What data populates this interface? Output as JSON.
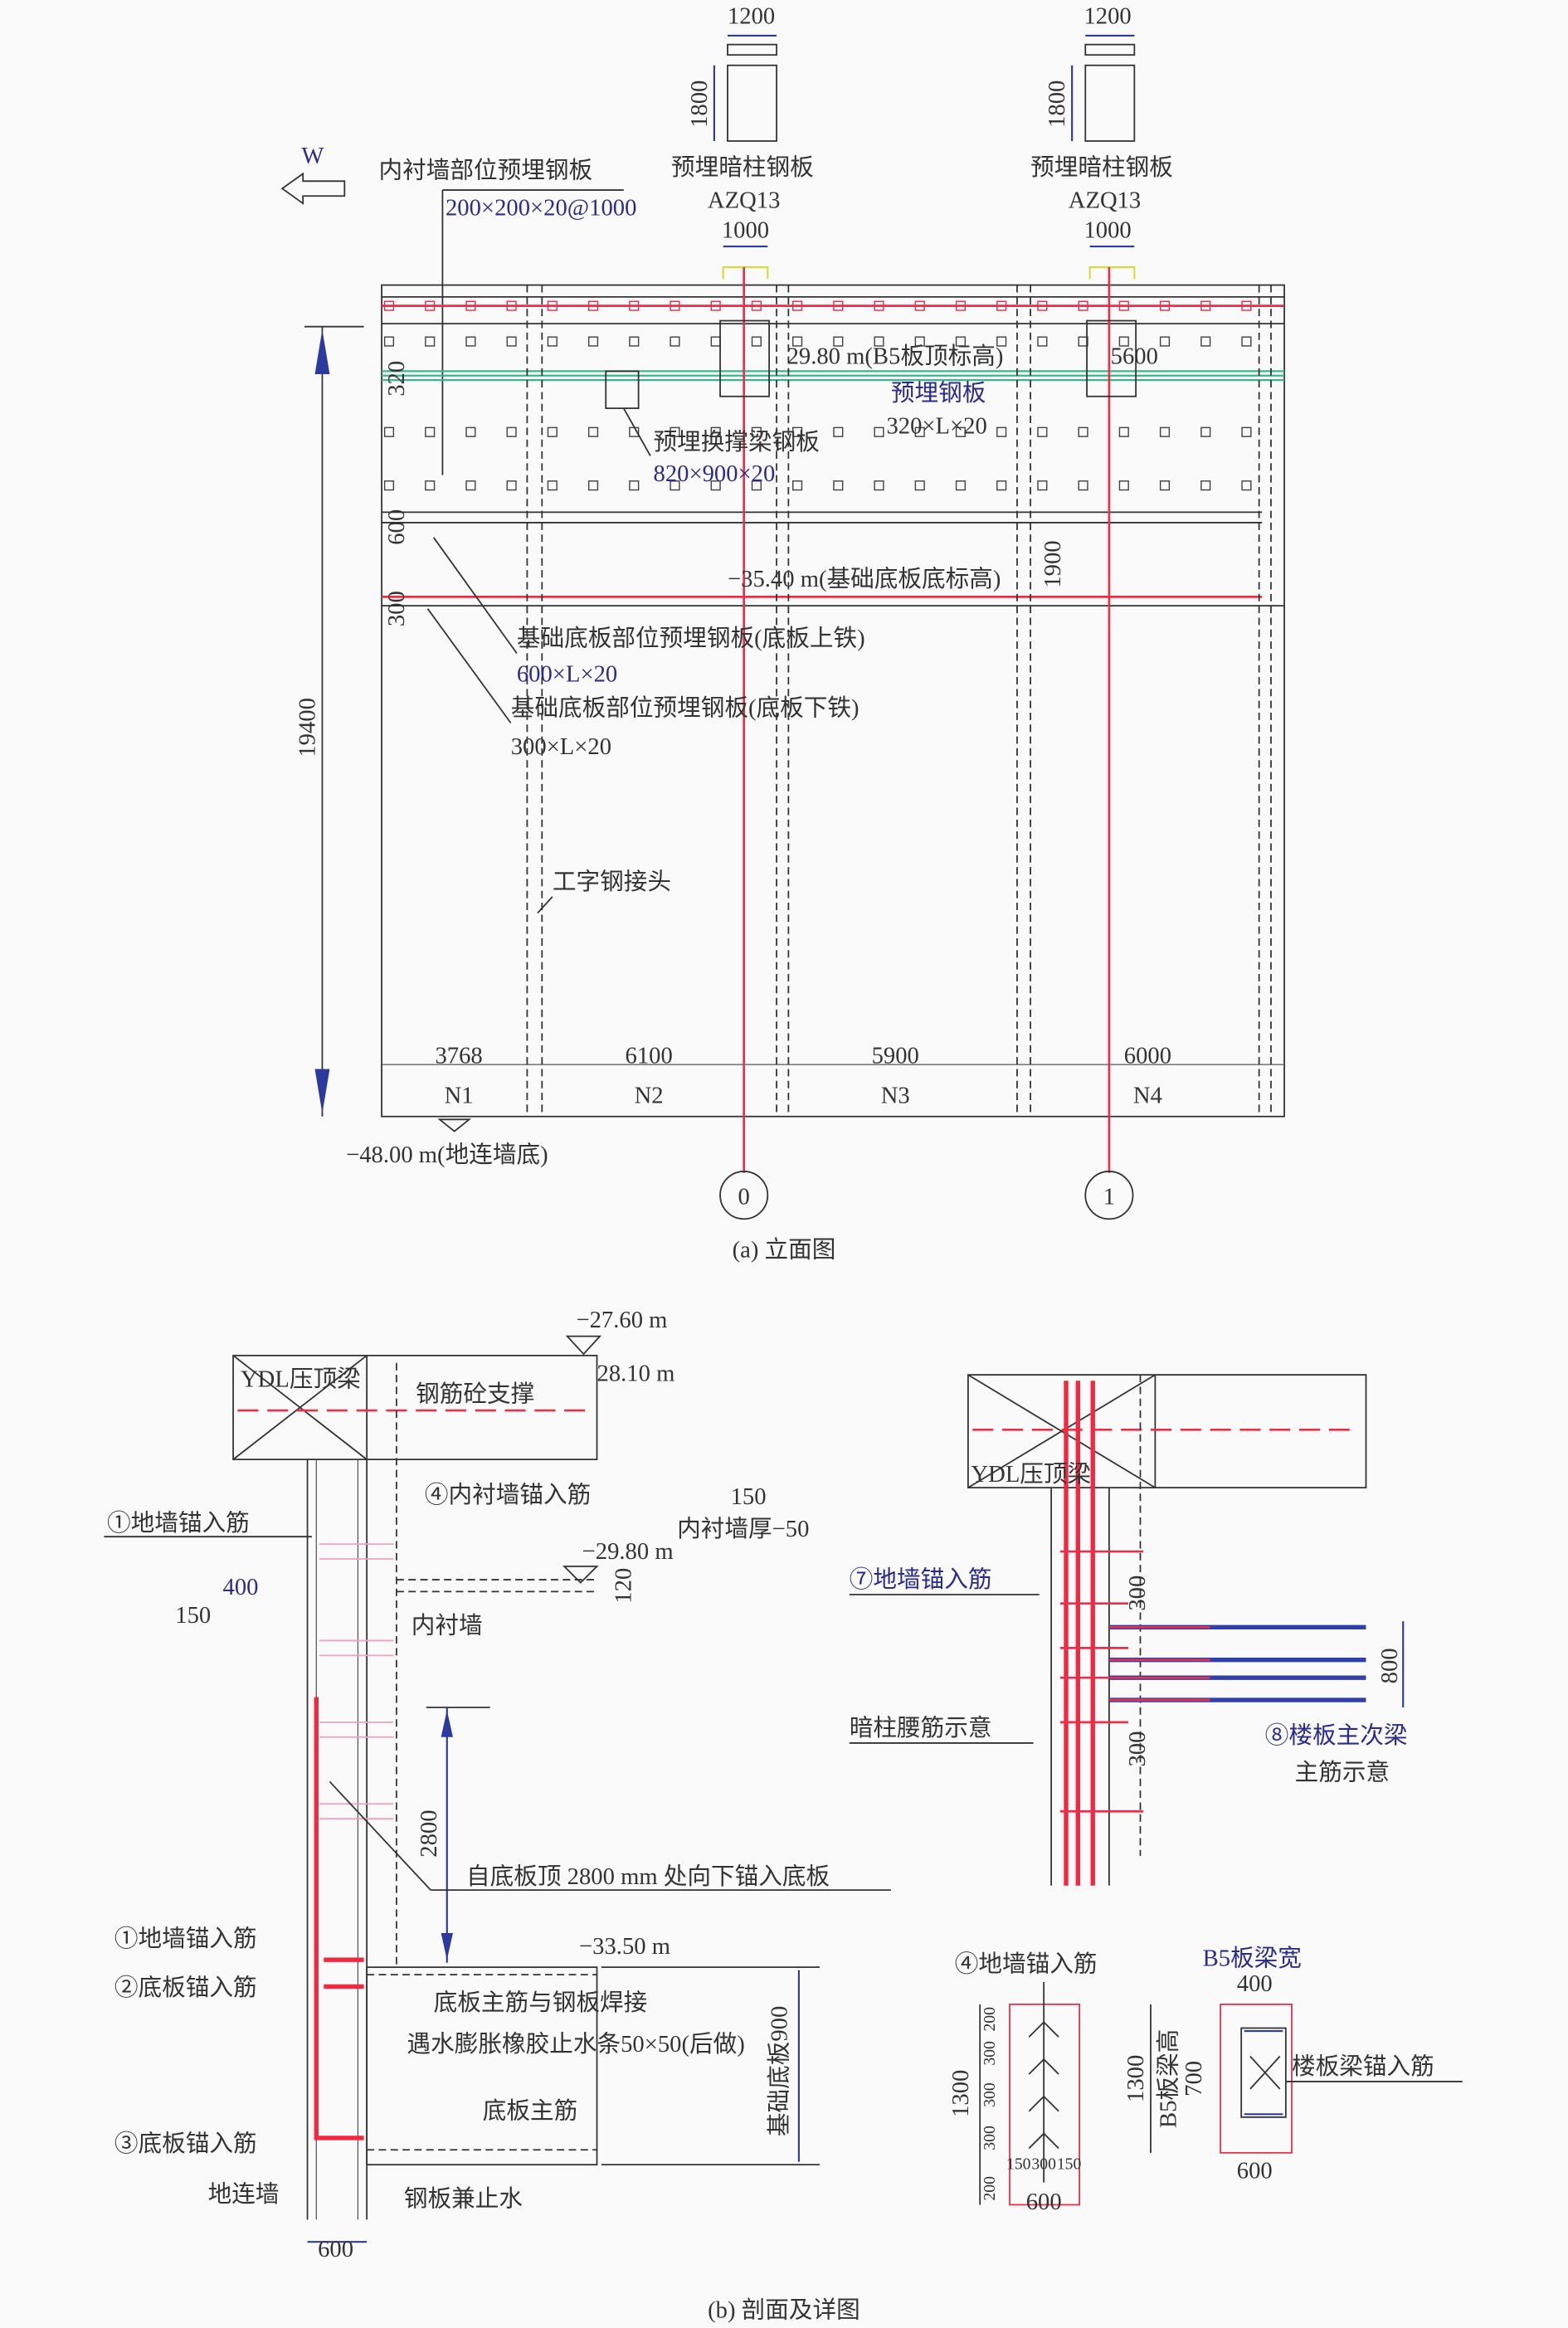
{
  "elevation": {
    "plate_top_width": "1200",
    "plate_top_height": "1800",
    "north_label": "W",
    "liner_plate_label": "内衬墙部位预埋钢板",
    "liner_plate_spec": "200×200×20@1000",
    "column_plate_label": "预埋暗柱钢板",
    "column_id": "AZQ13",
    "column_width": "1000",
    "b5_top_elev": "29.80 m(B5板顶标高)",
    "span_5600": "5600",
    "embedded_plate_label": "预埋钢板",
    "embedded_plate_spec": "320×L×20",
    "strut_plate_label": "预埋换撑梁钢板",
    "strut_plate_spec": "820×900×20",
    "base_bottom_elev": "−35.40 m(基础底板底标高)",
    "dim_1900": "1900",
    "dim_320": "320",
    "dim_600": "600",
    "dim_300": "300",
    "base_upper_label": "基础底板部位预埋钢板(底板上铁)",
    "base_upper_spec": "600×L×20",
    "base_lower_label": "基础底板部位预埋钢板(底板下铁)",
    "base_lower_spec": "300×L×20",
    "ibeam_joint": "工字钢接头",
    "total_height": "19400",
    "spans": [
      "3768",
      "6100",
      "5900",
      "6000"
    ],
    "panels": [
      "N1",
      "N2",
      "N3",
      "N4"
    ],
    "wall_bottom_elev": "−48.00 m(地连墙底)",
    "axes": [
      "0",
      "1"
    ],
    "caption": "(a) 立面图"
  },
  "section": {
    "cap_beam": "YDL压顶梁",
    "rc_strut": "钢筋砼支撑",
    "elev_2760": "−27.60 m",
    "elev_2810": "28.10 m",
    "liner_anchor": "④内衬墙锚入筋",
    "wall_anchor_1": "①地墙锚入筋",
    "dim_150_a": "150",
    "liner_thickness": "内衬墙厚−50",
    "elev_2980": "−29.80 m",
    "dim_120": "120",
    "dim_400": "400",
    "dim_150_b": "150",
    "liner_wall": "内衬墙",
    "dim_2800": "2800",
    "anchor_note": "自底板顶 2800 mm 处向下锚入底板",
    "wall_anchor_1b": "①地墙锚入筋",
    "slab_anchor_2": "②底板锚入筋",
    "elev_3350": "−33.50 m",
    "weld_note": "底板主筋与钢板焊接",
    "waterstop_note": "遇水膨胀橡胶止水条50×50(后做)",
    "base_slab_900": "基础底板900",
    "slab_main_bar": "底板主筋",
    "slab_anchor_3": "③底板锚入筋",
    "diaphragm_wall": "地连墙",
    "steel_plate_waterstop": "钢板兼止水",
    "wall_width": "600",
    "caption": "(b) 剖面及详图"
  },
  "detail": {
    "cap_beam": "YDL压顶梁",
    "wall_anchor_7": "⑦地墙锚入筋",
    "dim_300_top": "300",
    "dim_800": "800",
    "dim_300_bot": "300",
    "column_waist": "暗柱腰筋示意",
    "beam_bar_8": "⑧楼板主次梁",
    "beam_bar_8b": "主筋示意",
    "wall_anchor_4": "④地墙锚入筋",
    "d4_height": "1300",
    "d4_rows": [
      "200",
      "300",
      "300",
      "300",
      "200"
    ],
    "d4_cols": [
      "150",
      "300",
      "150"
    ],
    "d4_width": "600",
    "b5_beam_width_label": "B5板梁宽",
    "b5_beam_width": "400",
    "b5_height_total": "1300",
    "b5_beam_height_label": "B5板梁高",
    "b5_beam_height": "700",
    "slab_beam_anchor": "楼板梁锚入筋",
    "b5_plate_width": "600"
  }
}
